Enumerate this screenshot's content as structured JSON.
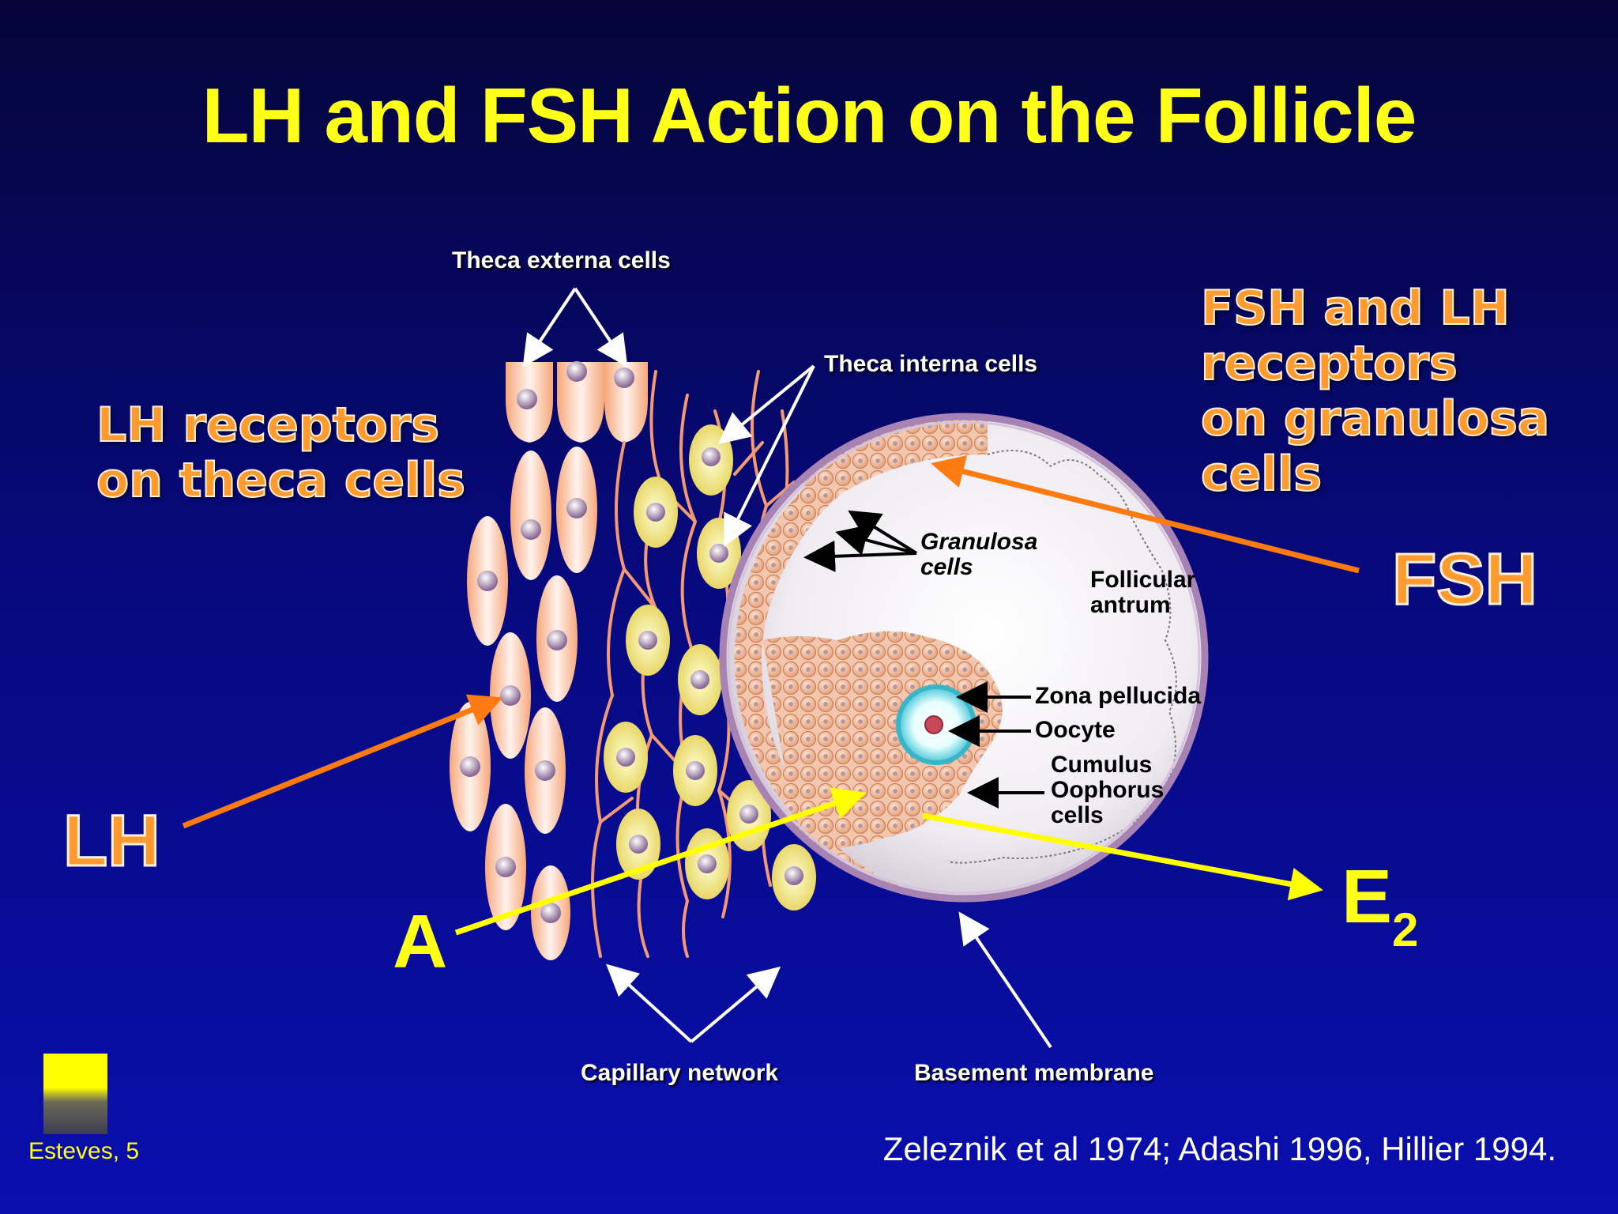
{
  "slide": {
    "title": "LH and FSH Action on the Follicle",
    "citation": "Zeleznik et al 1974; Adashi 1996, Hillier 1994.",
    "footer": "Esteves, 5"
  },
  "labels": {
    "theca_externa": "Theca externa cells",
    "theca_interna": "Theca interna cells",
    "granulosa_line1": "Granulosa",
    "granulosa_line2": "cells",
    "follicular_line1": "Follicular",
    "follicular_line2": "antrum",
    "zona": "Zona pellucida",
    "oocyte": "Oocyte",
    "cumulus_line1": "Cumulus",
    "cumulus_line2": "Oophorus",
    "cumulus_line3": "cells",
    "capillary": "Capillary network",
    "basement": "Basement membrane"
  },
  "callouts": {
    "lh_receptors_line1": "LH receptors",
    "lh_receptors_line2": "on theca cells",
    "fsh_lh_line1": "FSH and LH",
    "fsh_lh_line2": "receptors",
    "fsh_lh_line3": "on granulosa",
    "fsh_lh_line4": "cells",
    "lh": "LH",
    "fsh": "FSH",
    "a": "A",
    "e2_base": "E",
    "e2_sub": "2"
  },
  "colors": {
    "title": "#ffff1a",
    "orange": "#ff9a2e",
    "yellow_arrow": "#ffff00",
    "orange_arrow": "#ff7a10"
  }
}
